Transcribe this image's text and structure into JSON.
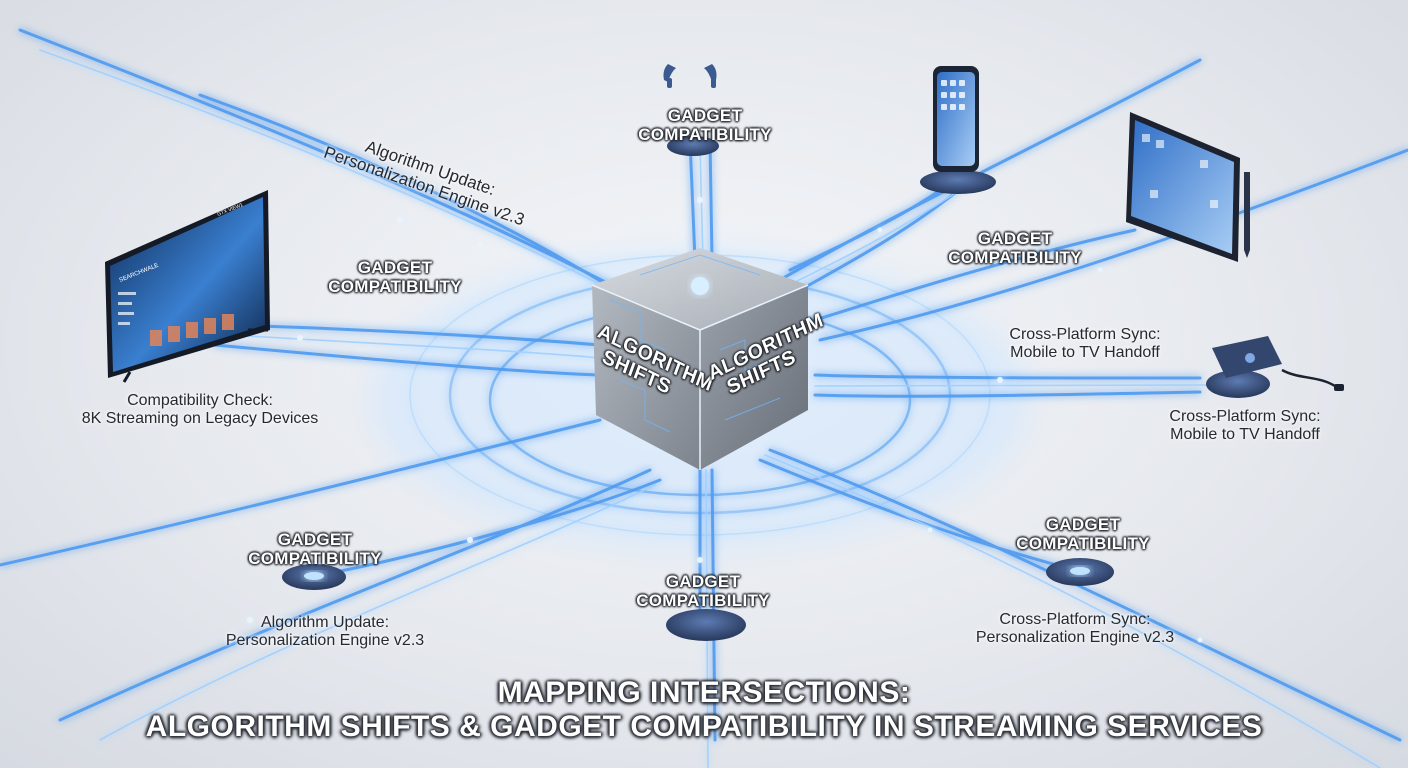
{
  "title": {
    "line1": "MAPPING INTERSECTIONS:",
    "line2": "ALGORITHM SHIFTS & GADGET COMPATIBILITY IN STREAMING SERVICES"
  },
  "cube": {
    "left_face": [
      "ALGORITHM",
      "SHIFTS"
    ],
    "right_face": [
      "ALGORITHM",
      "SHIFTS"
    ]
  },
  "labels": {
    "gadget_top": [
      "GADGET",
      "COMPATIBILITY"
    ],
    "gadget_left": [
      "GADGET",
      "COMPATIBILITY"
    ],
    "gadget_right": [
      "GADGET",
      "COMPATIBILITY"
    ],
    "gadget_bottom_left": [
      "GADGET",
      "COMPATIBILITY"
    ],
    "gadget_bottom": [
      "GADGET",
      "COMPATIBILITY"
    ],
    "gadget_bottom_right": [
      "GADGET",
      "COMPATIBILITY"
    ],
    "algo_update_top": [
      "Algorithm Update:",
      "Personalization Engine v2.3"
    ],
    "compat_check": [
      "Compatibility Check:",
      "8K Streaming on Legacy Devices"
    ],
    "sync_right_1": [
      "Cross-Platform Sync:",
      "Mobile to TV Handoff"
    ],
    "sync_right_2": [
      "Cross-Platform Sync:",
      "Mobile to TV Handoff"
    ],
    "algo_update_bottom": [
      "Algorithm Update:",
      "Personalization Engine v2.3"
    ],
    "sync_bottom_right": [
      "Cross-Platform Sync:",
      "Personalization Engine v2.3"
    ]
  },
  "tv_screen": {
    "brand": "SEARCHWALE",
    "corner": "GTX VIEW1"
  },
  "icons": [
    "earbuds-icon",
    "smartphone-icon",
    "tablet-icon",
    "stylus-icon",
    "television-icon",
    "streaming-stick-icon"
  ],
  "colors": {
    "stream_blue": "#4f9bf0",
    "stream_glow": "#9fd0ff",
    "cube_gray": "#8f969f",
    "device_navy": "#3a4f78"
  }
}
